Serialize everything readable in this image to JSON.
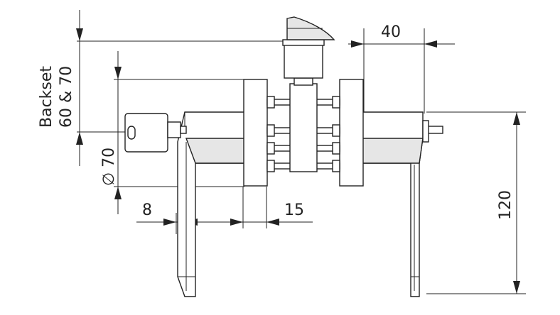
{
  "labels": {
    "backset_line1": "Backset",
    "backset_line2": "60 & 70",
    "diameter": "∅ 70",
    "dim_top_right": "40",
    "dim_height": "120",
    "dim_left": "8",
    "dim_mid": "15"
  }
}
